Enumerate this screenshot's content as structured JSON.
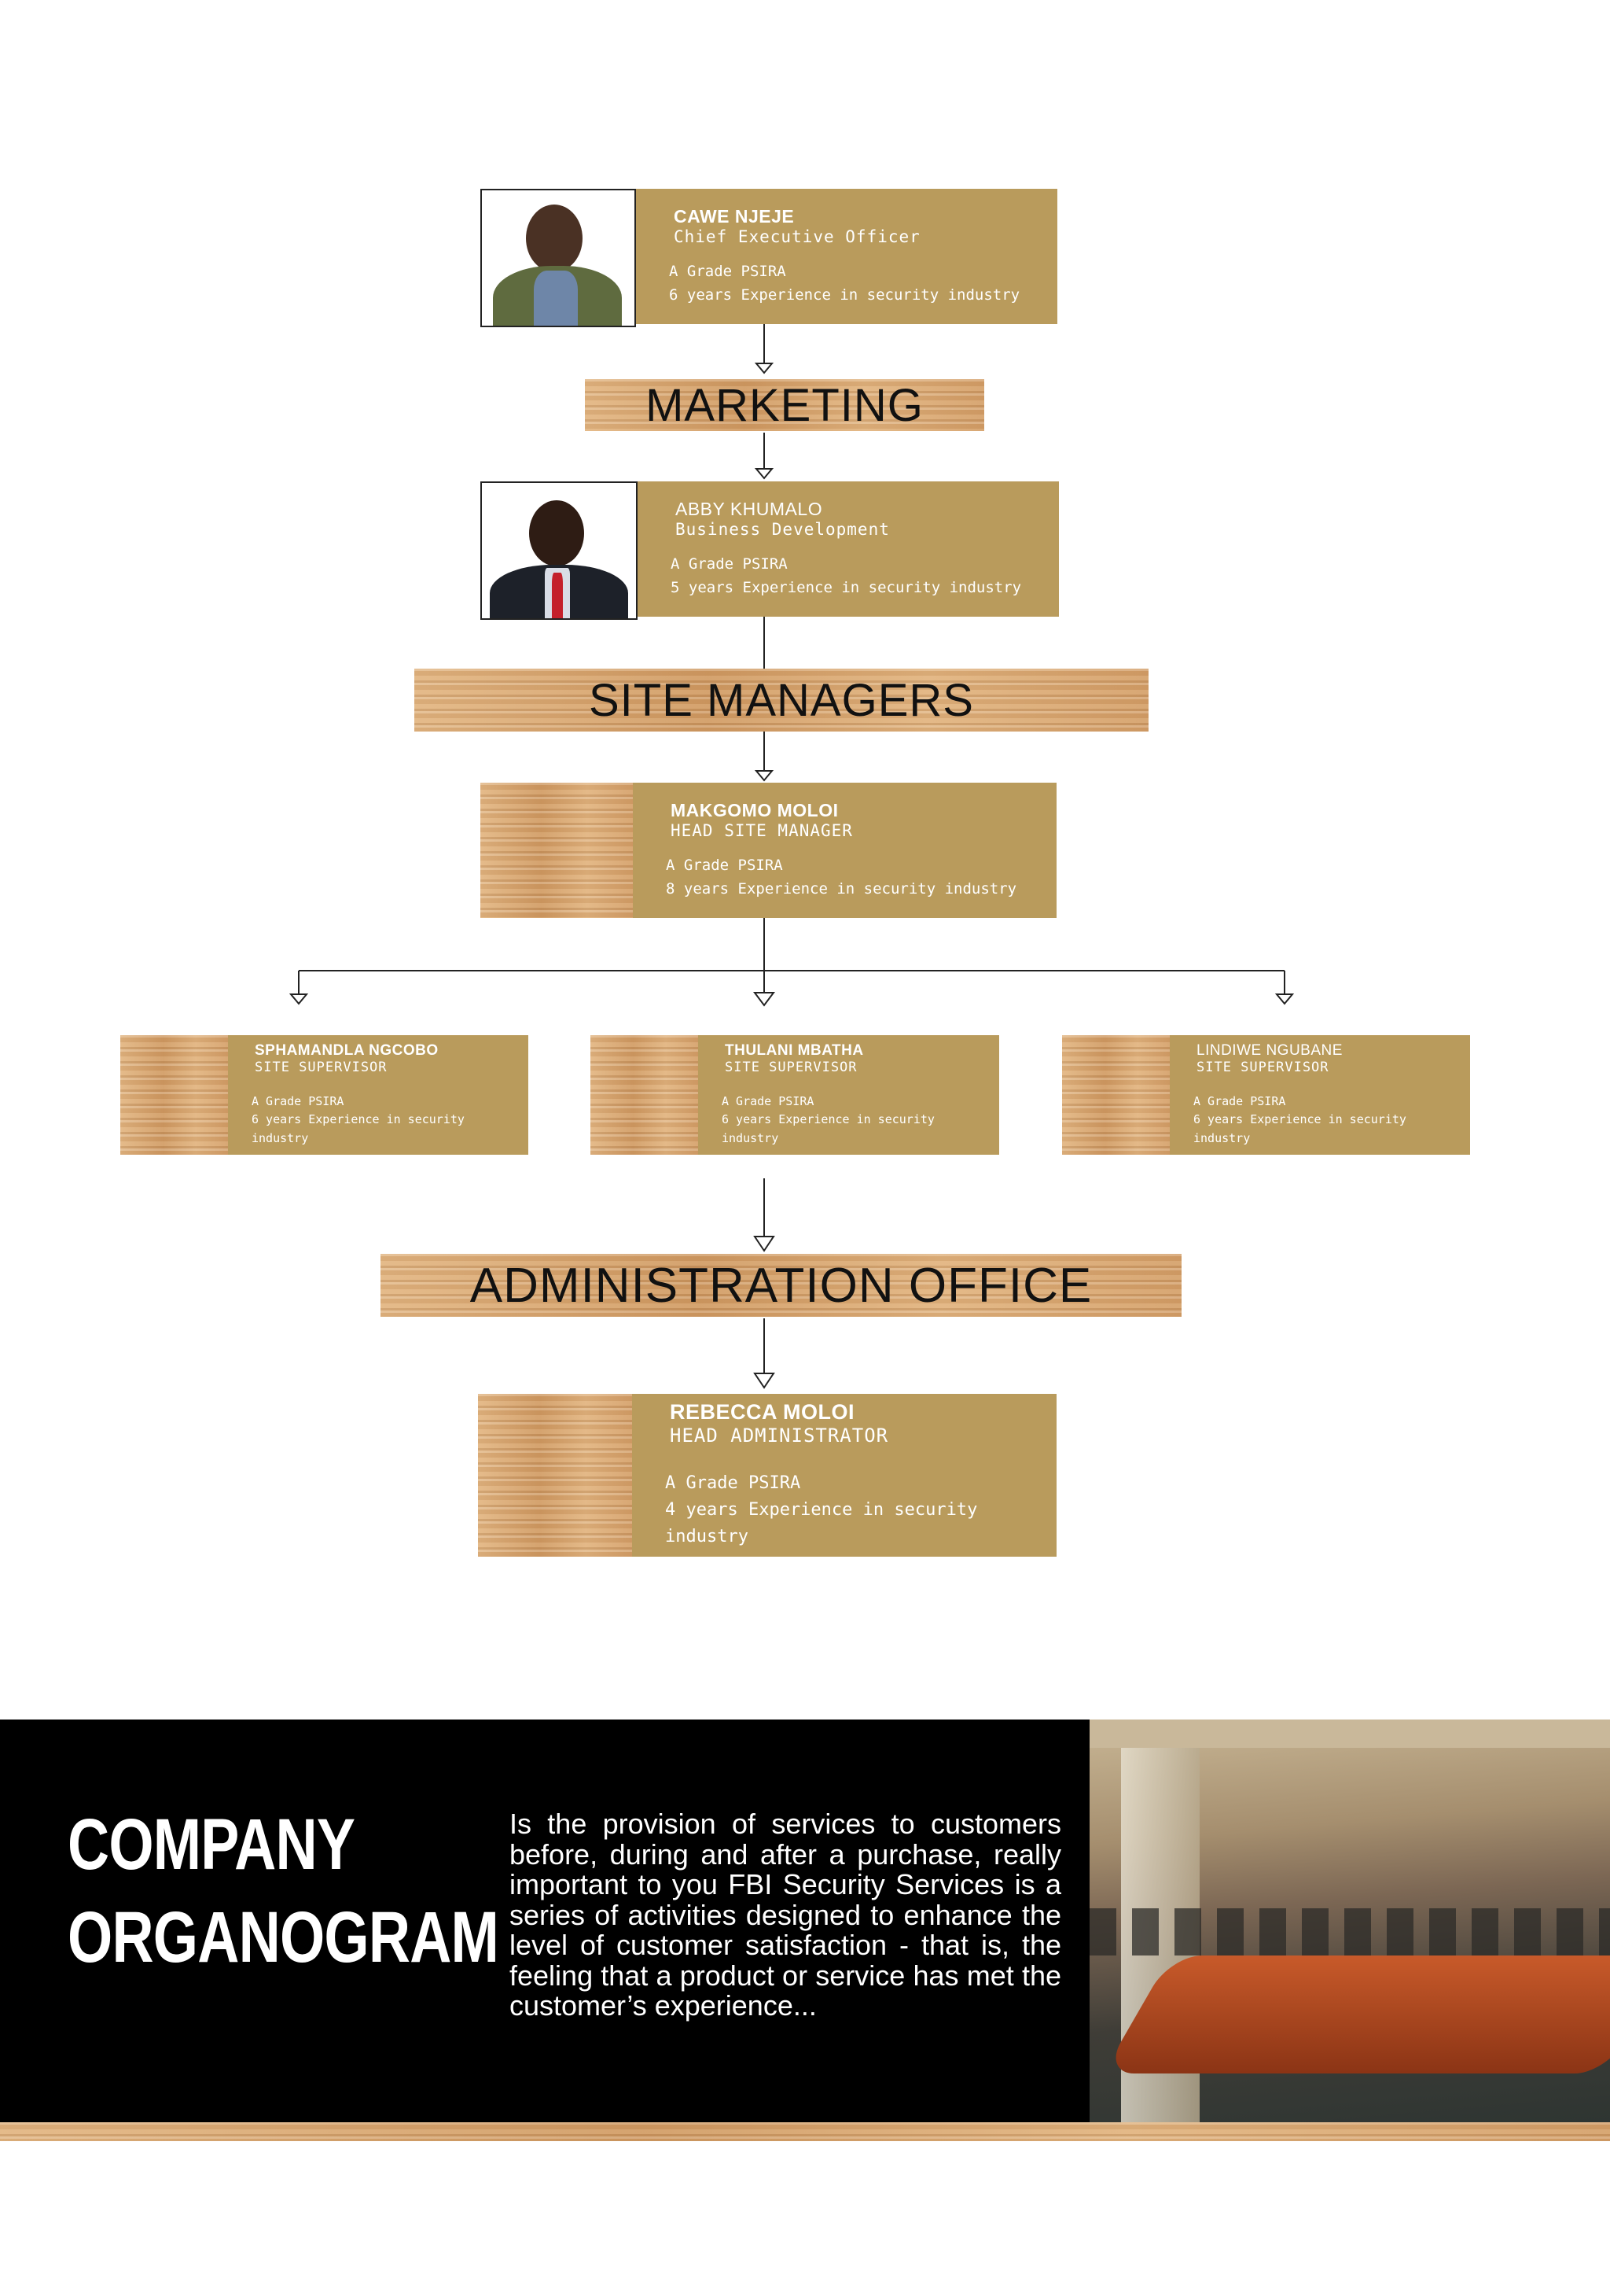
{
  "ceo": {
    "name": "CAWE NJEJE",
    "role": "Chief Executive Officer",
    "grade": "A Grade PSIRA",
    "experience": "6 years Experience in security industry"
  },
  "marketing": {
    "heading": "MARKETING",
    "person": {
      "name": "ABBY KHUMALO",
      "role": "Business Development",
      "grade": "A Grade PSIRA",
      "experience": "5 years Experience in security industry"
    }
  },
  "site_managers": {
    "heading": "SITE MANAGERS",
    "head": {
      "name": "MAKGOMO MOLOI",
      "role": "HEAD SITE MANAGER",
      "grade": "A Grade PSIRA",
      "experience": "8 years Experience in security industry"
    },
    "supervisors": [
      {
        "name": "SPHAMANDLA NGCOBO",
        "role": "SITE SUPERVISOR",
        "grade": "A Grade PSIRA",
        "experience": "6 years Experience in security industry"
      },
      {
        "name": "THULANI MBATHA",
        "role": "SITE SUPERVISOR",
        "grade": "A Grade PSIRA",
        "experience": "6 years Experience in security industry"
      },
      {
        "name": "LINDIWE NGUBANE",
        "role": "SITE SUPERVISOR",
        "grade": "A Grade PSIRA",
        "experience": "6 years Experience in security industry"
      }
    ]
  },
  "administration": {
    "heading": "ADMINISTRATION OFFICE",
    "head": {
      "name": "REBECCA MOLOI",
      "role": "HEAD ADMINISTRATOR",
      "grade": "A Grade PSIRA",
      "experience": "4 years Experience in security industry"
    }
  },
  "footer": {
    "title_line1": "COMPANY",
    "title_line2": "ORGANOGRAM",
    "text": "Is the provision of services to customers before, during and after a purchase, really important to you FBI Security Services is a series of activities designed to enhance the level of customer satisfaction - that is, the feeling that a product or service has met the customer’s experience..."
  },
  "colors": {
    "card": "#b99b5c",
    "wood": "#d7a775",
    "footer_bg": "#000000",
    "text_light": "#ffffff"
  }
}
